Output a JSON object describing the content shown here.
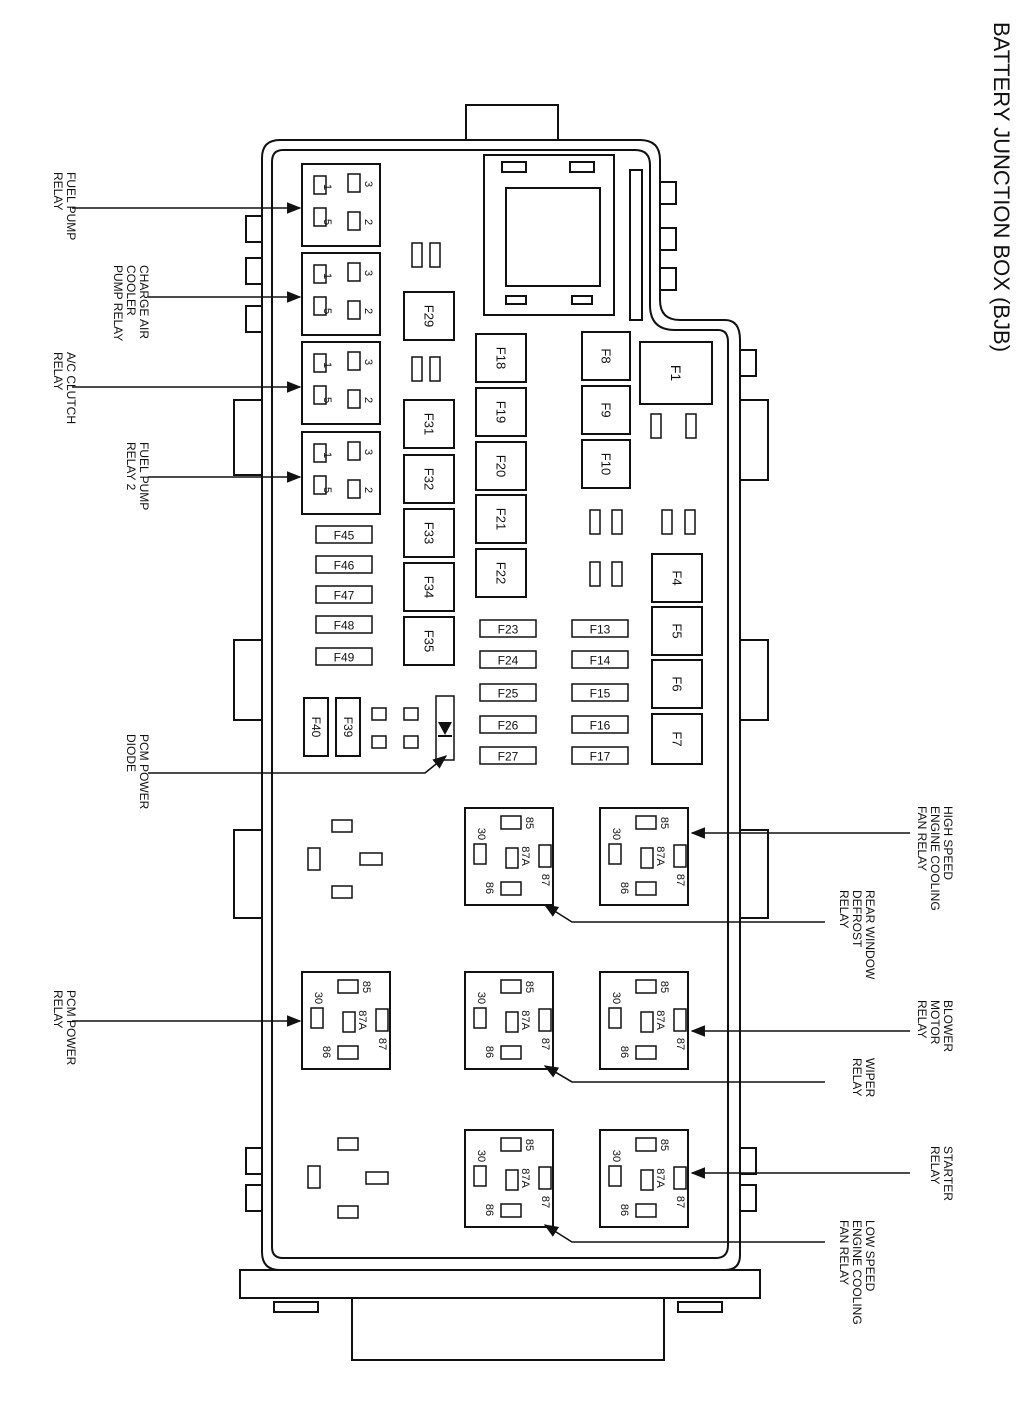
{
  "title": "BATTERY JUNCTION BOX (BJB)",
  "labels": {
    "fuel_pump_relay": [
      "FUEL PUMP",
      "RELAY"
    ],
    "charge_air_cooler_pump_relay": [
      "CHARGE AIR",
      "COOLER",
      "PUMP RELAY"
    ],
    "ac_clutch_relay": [
      "A/C CLUTCH",
      "RELAY"
    ],
    "fuel_pump_relay_2": [
      "FUEL PUMP",
      "RELAY 2"
    ],
    "pcm_power_diode": [
      "PCM POWER",
      "DIODE"
    ],
    "pcm_power_relay": [
      "PCM POWER",
      "RELAY"
    ],
    "high_speed_cooling_fan_relay": [
      "HIGH SPEED",
      "ENGINE COOLING",
      "FAN RELAY"
    ],
    "rear_window_defrost_relay": [
      "REAR WINDOW",
      "DEFROST",
      "RELAY"
    ],
    "blower_motor_relay": [
      "BLOWER",
      "MOTOR",
      "RELAY"
    ],
    "wiper_relay": [
      "WIPER",
      "RELAY"
    ],
    "starter_relay": [
      "STARTER",
      "RELAY"
    ],
    "low_speed_cooling_fan_relay": [
      "LOW SPEED",
      "ENGINE COOLING",
      "FAN RELAY"
    ]
  },
  "micro_relay_pins": [
    "3",
    "1",
    "2",
    "5"
  ],
  "iso_relay_pins": [
    "85",
    "30",
    "87A",
    "87",
    "86"
  ],
  "fuses": {
    "F1": "F1",
    "F4": "F4",
    "F5": "F5",
    "F6": "F6",
    "F7": "F7",
    "F8": "F8",
    "F9": "F9",
    "F10": "F10",
    "F13": "F13",
    "F14": "F14",
    "F15": "F15",
    "F16": "F16",
    "F17": "F17",
    "F18": "F18",
    "F19": "F19",
    "F20": "F20",
    "F21": "F21",
    "F22": "F22",
    "F23": "F23",
    "F24": "F24",
    "F25": "F25",
    "F26": "F26",
    "F27": "F27",
    "F29": "F29",
    "F31": "F31",
    "F32": "F32",
    "F33": "F33",
    "F34": "F34",
    "F35": "F35",
    "F39": "F39",
    "F40": "F40",
    "F45": "F45",
    "F46": "F46",
    "F47": "F47",
    "F48": "F48",
    "F49": "F49"
  }
}
